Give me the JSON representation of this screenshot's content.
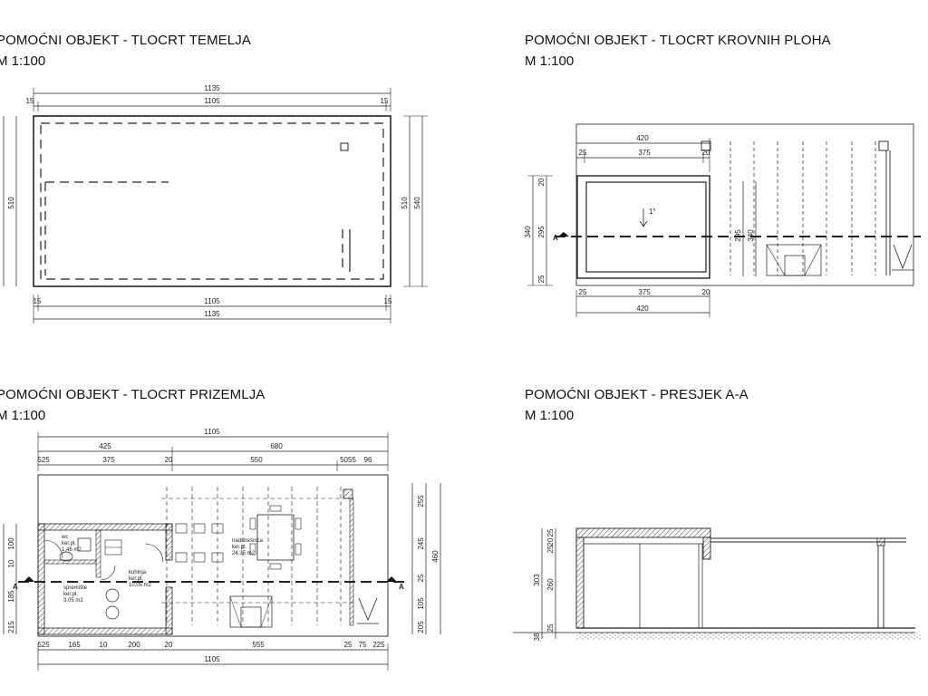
{
  "drawings": {
    "foundation": {
      "title": "POMOĆNI OBJEKT - TLOCRT TEMELJA",
      "scale": "M 1:100",
      "dims": {
        "overall": "1135",
        "inner": "1105",
        "edge": "15",
        "depth_inner": "510",
        "depth_overall": "540"
      }
    },
    "roof": {
      "title": "POMOĆNI OBJEKT - TLOCRT KROVNIH PLOHA",
      "scale": "M 1:100",
      "dims": {
        "overall": "420",
        "inner": "375",
        "edge_left": "25",
        "edge_right": "20",
        "height_total": "340",
        "height_inner": "295",
        "height_top": "20",
        "height_bottom": "25",
        "right_a": "295",
        "right_b": "340",
        "slope": "1°"
      },
      "section_mark": "A"
    },
    "ground": {
      "title": "POMOĆNI OBJEKT - TLOCRT PRIZEMLJA",
      "scale": "M 1:100",
      "top_dims": [
        "1105",
        "425",
        "680",
        "525",
        "375",
        "20",
        "550",
        "5055",
        "96"
      ],
      "bottom_dims": [
        "525",
        "165",
        "10",
        "200",
        "20",
        "555",
        "25",
        "75",
        "225",
        "1105"
      ],
      "right_dims": [
        "255",
        "245",
        "25",
        "105",
        "205",
        "460"
      ],
      "left_dims": [
        "100",
        "10",
        "185",
        "215"
      ],
      "rooms": [
        {
          "name": "wc",
          "floor": "ker.pl.",
          "area": "1,46 m2"
        },
        {
          "name": "spremište",
          "floor": "ker.pl.",
          "area": "3,05 m2"
        },
        {
          "name": "kuhinja",
          "floor": "ker.pl.",
          "area": "10,05 m2"
        },
        {
          "name": "nadstrešnica",
          "floor": "ker.pl.",
          "area": "24,35 m2"
        }
      ],
      "section_mark": "A"
    },
    "section": {
      "title": "POMOĆNI OBJEKT - PRESJEK A-A",
      "scale": "M 1:100",
      "dims": [
        "25",
        "20",
        "25",
        "303",
        "260",
        "25",
        "38"
      ]
    }
  }
}
